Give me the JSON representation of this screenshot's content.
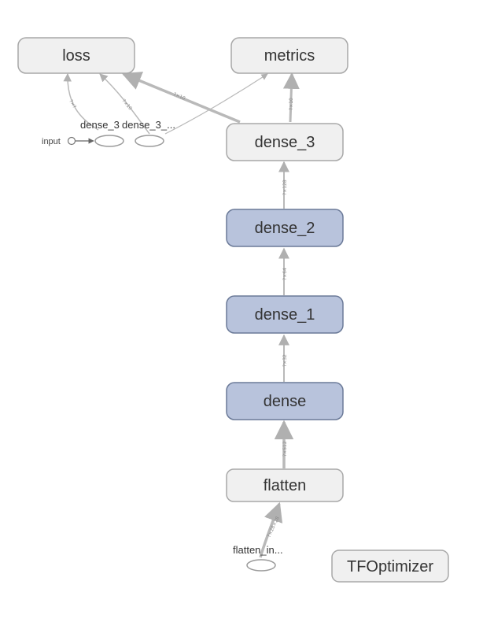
{
  "graph": {
    "nodes": {
      "loss": "loss",
      "metrics": "metrics",
      "dense_3": "dense_3",
      "dense_2": "dense_2",
      "dense_1": "dense_1",
      "dense": "dense",
      "flatten": "flatten",
      "tfoptimizer": "TFOptimizer"
    },
    "aux_nodes": {
      "input": "input",
      "dense_3_a": "dense_3",
      "dense_3_b": "dense_3_...",
      "flatten_input": "flatten_in..."
    },
    "edge_labels": {
      "dense3_to_dense2": "?×128",
      "dense2_to_dense1": "?×64",
      "dense1_to_dense": "?×32",
      "dense_to_flatten": "?×512",
      "flatten_to_input": "?×28×28",
      "dense3_to_metrics": "?×10",
      "dense3_to_loss": "?×10",
      "loss_aux_1": "?×?",
      "loss_aux_2": "?×10"
    },
    "colors": {
      "gray_fill": "#f0f0f0",
      "blue_fill": "#b8c3dc",
      "edge": "#b9b9b9"
    }
  }
}
